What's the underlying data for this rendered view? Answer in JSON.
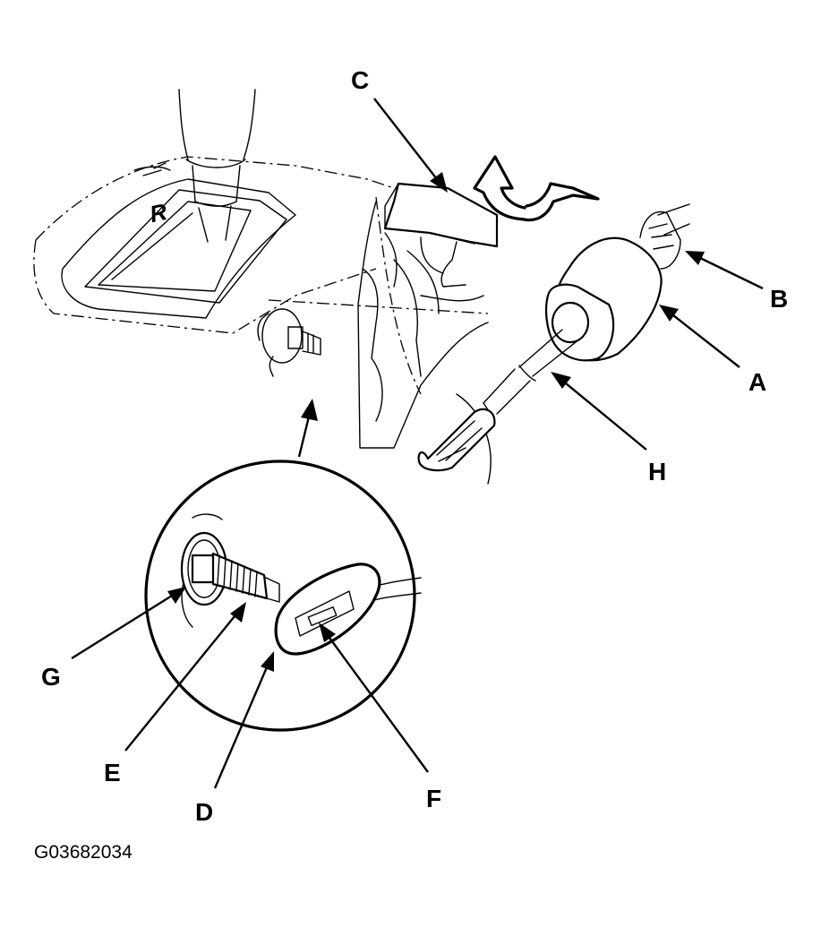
{
  "figure_code": "G03682034",
  "selector_letter": "R",
  "callouts": {
    "A": "A",
    "B": "B",
    "C": "C",
    "D": "D",
    "E": "E",
    "F": "F",
    "G": "G",
    "H": "H"
  }
}
